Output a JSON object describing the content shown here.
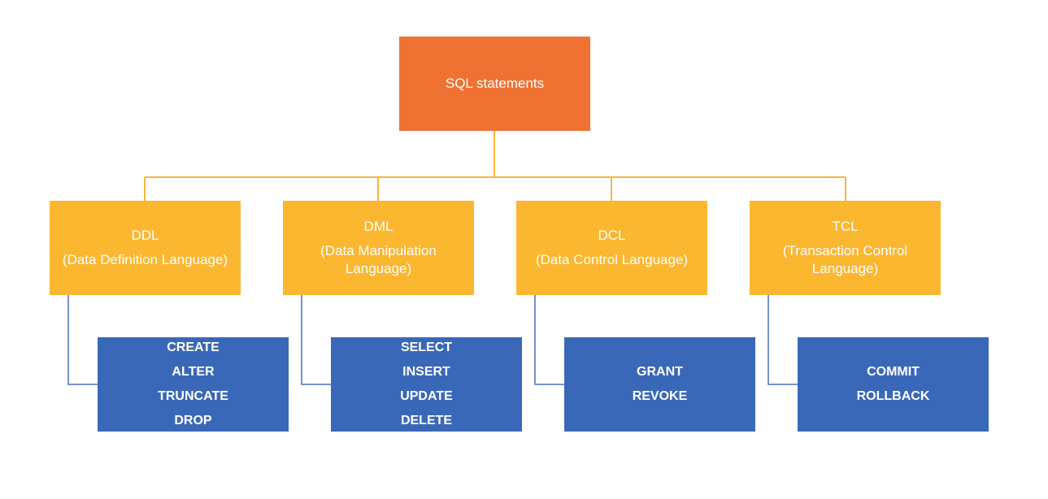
{
  "colors": {
    "root": "#f07233",
    "category": "#fbb730",
    "leaf": "#3a68b8",
    "orange_line": "#f6b73c",
    "blue_line": "#4a70c0"
  },
  "root": {
    "label": "SQL statements"
  },
  "categories": [
    {
      "title": "DDL",
      "subtitle": "(Data Definition Language)",
      "commands": [
        "CREATE",
        "ALTER",
        "TRUNCATE",
        "DROP"
      ]
    },
    {
      "title": "DML",
      "subtitle": "(Data Manipulation Language)",
      "commands": [
        "SELECT",
        "INSERT",
        "UPDATE",
        "DELETE"
      ]
    },
    {
      "title": "DCL",
      "subtitle": "(Data Control Language)",
      "commands": [
        "GRANT",
        "REVOKE"
      ]
    },
    {
      "title": "TCL",
      "subtitle": "(Transaction Control Language)",
      "commands": [
        "COMMIT",
        "ROLLBACK"
      ]
    }
  ]
}
